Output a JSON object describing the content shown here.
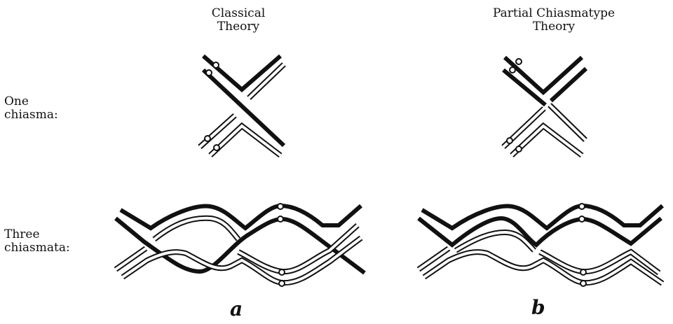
{
  "headers": {
    "classical": [
      "Classical",
      "Theory"
    ],
    "partial": [
      "Partial Chiasmatype",
      "Theory"
    ]
  },
  "row_labels": {
    "one": [
      "One",
      "chiasma:"
    ],
    "three": [
      "Three",
      "chiasmata:"
    ]
  },
  "panel_labels": {
    "a": "a",
    "b": "b"
  },
  "colors": {
    "ink": "#111111",
    "paper": "#ffffff"
  }
}
